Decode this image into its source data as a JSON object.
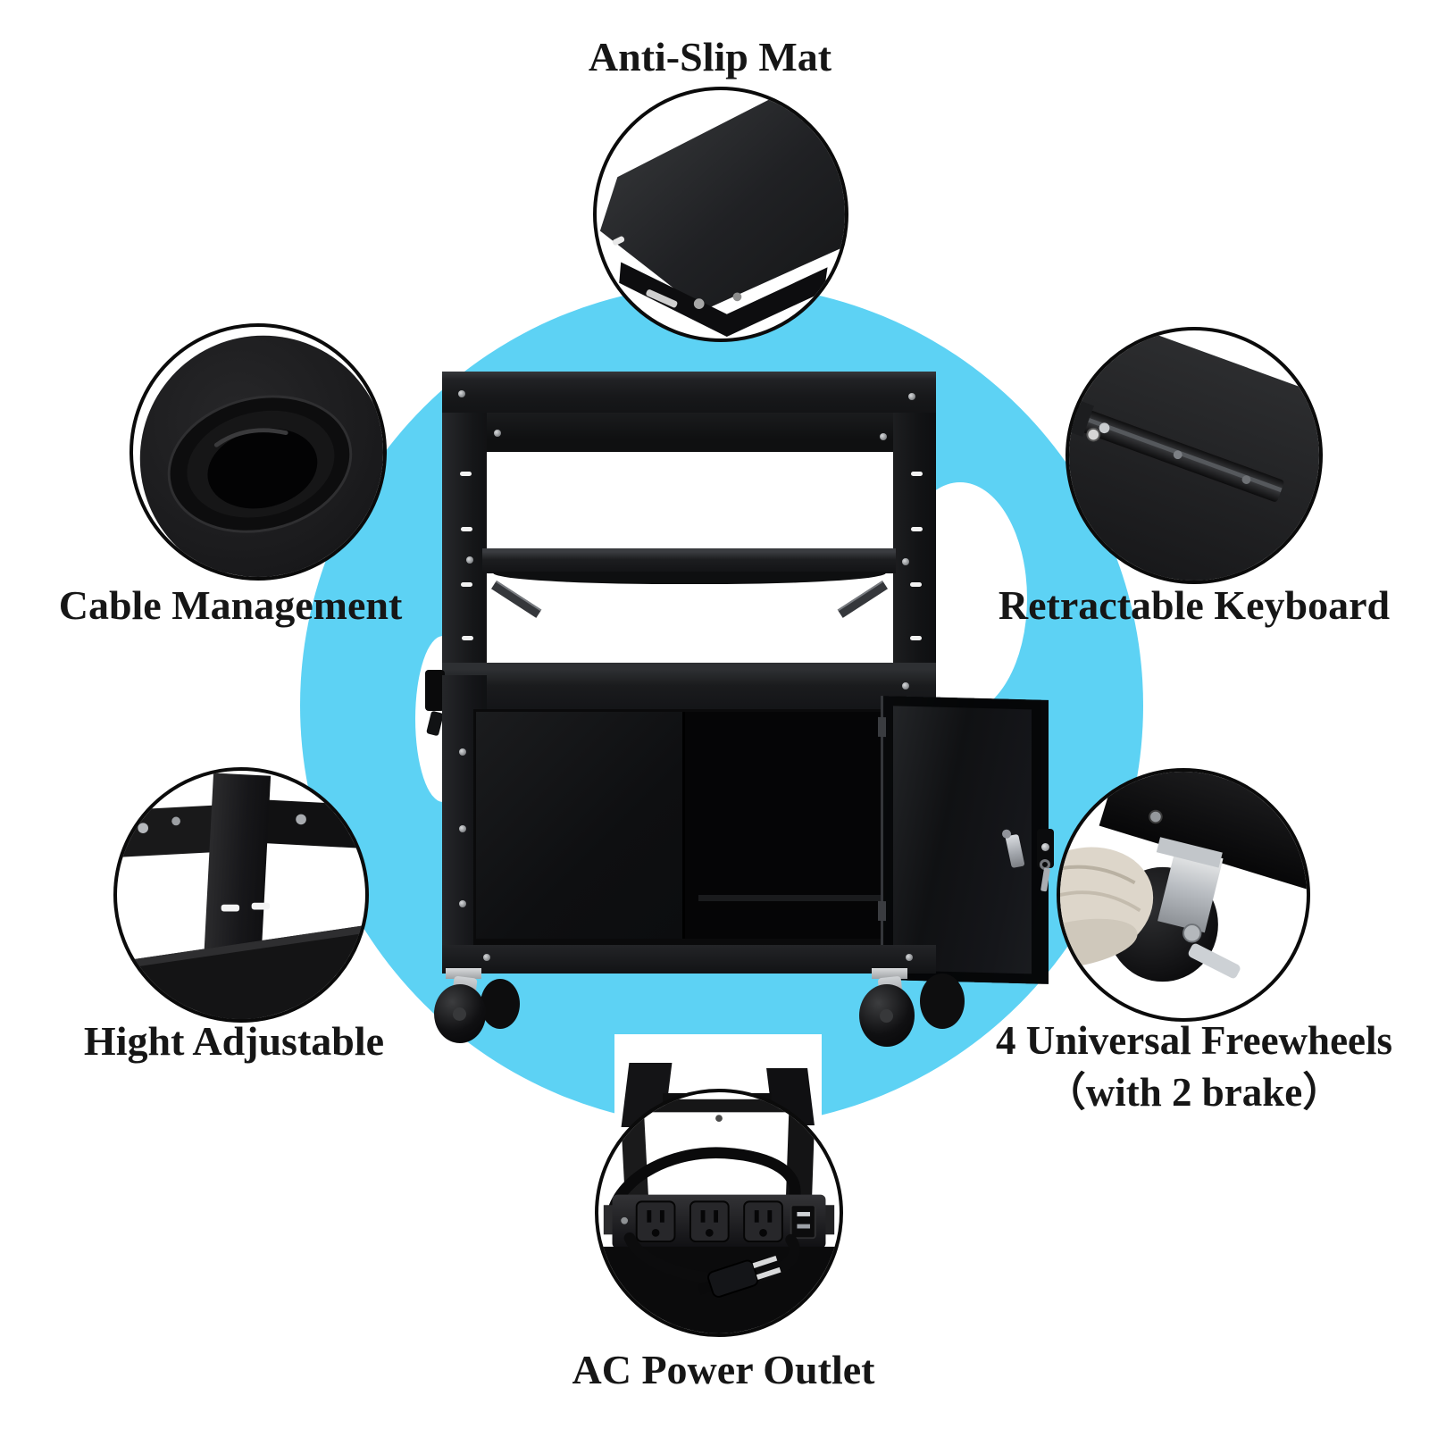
{
  "colors": {
    "accent_blue": "#5dd2f4",
    "callout_border": "#0b0b0b",
    "label_text": "#161616",
    "cart_black": "#141517"
  },
  "callouts": [
    {
      "id": "anti-slip-mat",
      "label": "Anti-Slip Mat"
    },
    {
      "id": "cable-management",
      "label": "Cable Management"
    },
    {
      "id": "retractable-keyboard",
      "label": "Retractable Keyboard"
    },
    {
      "id": "height-adjustable",
      "label": "Hight Adjustable"
    },
    {
      "id": "universal-freewheels",
      "label": "4 Universal Freewheels",
      "sublabel": "（with 2 brake）"
    },
    {
      "id": "ac-power-outlet",
      "label": "AC Power Outlet"
    }
  ]
}
